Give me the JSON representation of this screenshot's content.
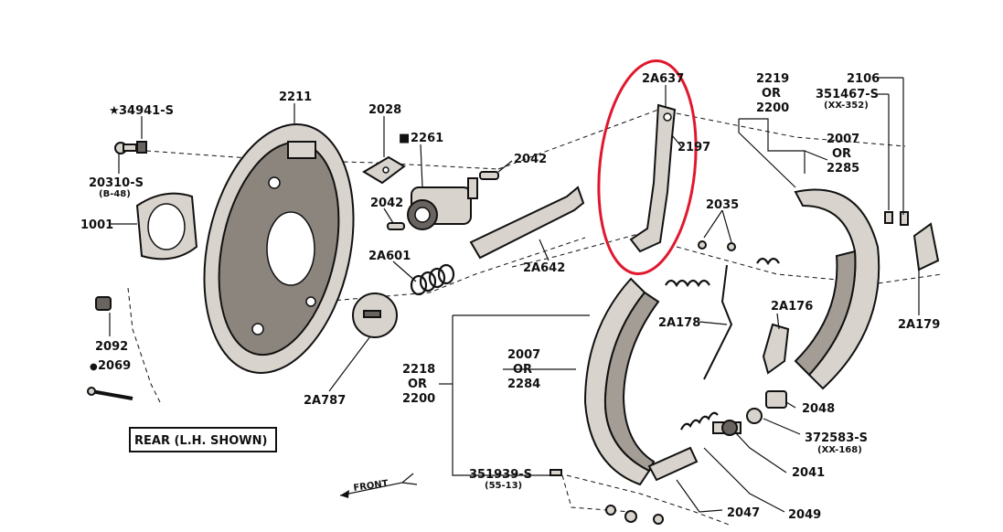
{
  "labels": {
    "p34941": "34941-S",
    "star": "★",
    "p2211": "2211",
    "p2028": "2028",
    "p2261": "2261",
    "square": "■",
    "p2042a": "2042",
    "p2042b": "2042",
    "p20310": "20310-S",
    "p20310sub": "(B-48)",
    "p1001": "1001",
    "p2A601": "2A601",
    "p2092": "2092",
    "p2069": "2069",
    "dot": "●",
    "p2A787": "2A787",
    "p2A642": "2A642",
    "p2A637": "2A637",
    "p2197": "2197",
    "p2219": "2219",
    "or1": "OR",
    "p2200a": "2200",
    "p2106": "2106",
    "p351467": "351467-S",
    "p351467sub": "(XX-352)",
    "p2007a": "2007",
    "or2": "OR",
    "p2285": "2285",
    "p2035": "2035",
    "p2A176": "2A176",
    "p2A178": "2A178",
    "p2A179": "2A179",
    "p2007b": "2007",
    "or3": "OR",
    "p2284": "2284",
    "p2218": "2218",
    "or4": "OR",
    "p2200b": "2200",
    "p2048": "2048",
    "p372583": "372583-S",
    "p372583sub": "(XX-168)",
    "p2041": "2041",
    "p351939": "351939-S",
    "p351939sub": "(55-13)",
    "p2047": "2047",
    "p2049": "2049",
    "front": "FRONT",
    "rear_box": "REAR (L.H. SHOWN)"
  },
  "highlight_color": "#e0182d"
}
